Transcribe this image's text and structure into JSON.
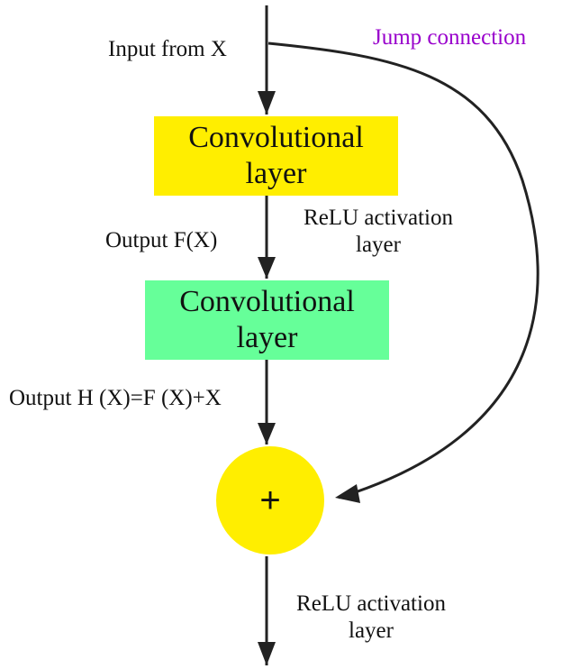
{
  "labels": {
    "input": "Input from X",
    "jump": "Jump connection",
    "relu1_line1": "ReLU activation",
    "relu1_line2": "layer",
    "output_f": "Output F(X)",
    "output_h": "Output H (X)=F (X)+X",
    "relu2_line1": "ReLU activation",
    "relu2_line2": "layer"
  },
  "boxes": {
    "conv1": {
      "line1": "Convolutional",
      "line2": "layer"
    },
    "conv2": {
      "line1": "Convolutional",
      "line2": "layer"
    }
  },
  "sum_node": {
    "symbol": "+"
  },
  "colors": {
    "conv1_fill": "#ffee00",
    "conv2_fill": "#66ff99",
    "sum_fill": "#ffee00",
    "jump_text": "#9900cc",
    "line": "#222222"
  }
}
